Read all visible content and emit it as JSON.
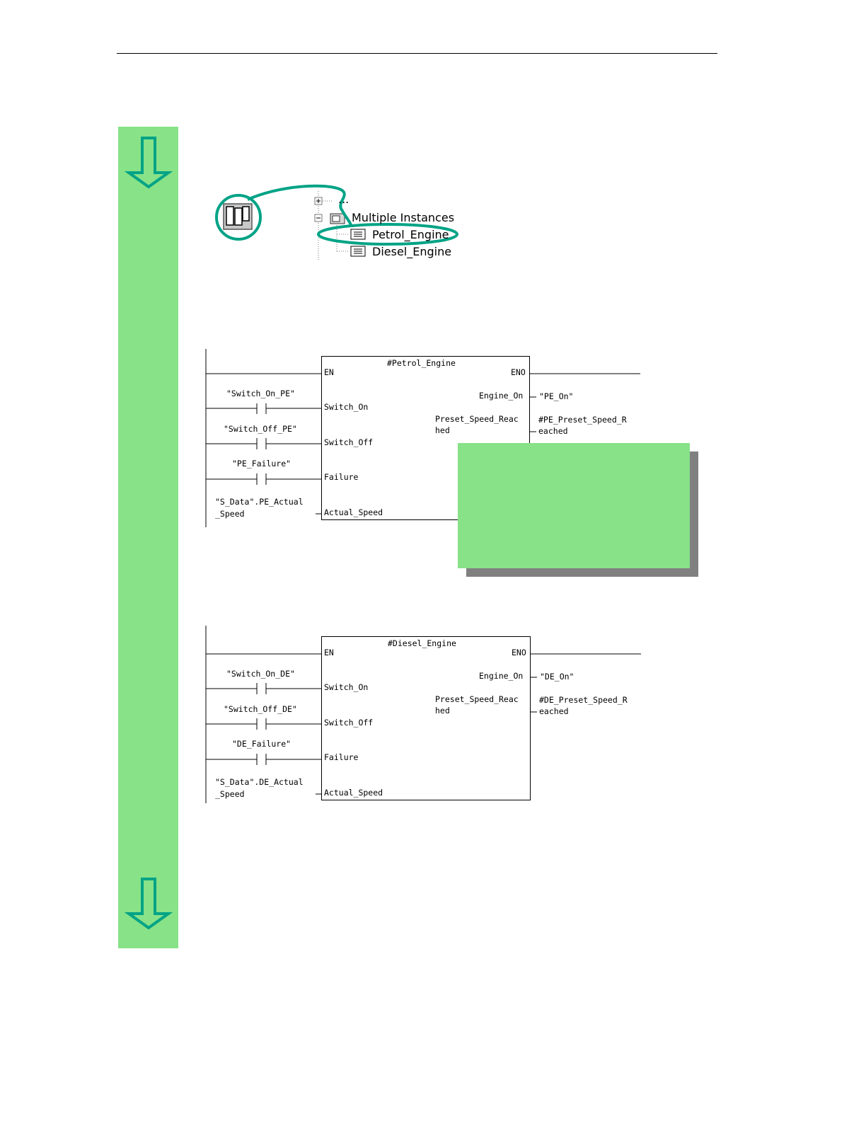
{
  "tree": {
    "collapsed_item": "...",
    "folder": "Multiple Instances",
    "items": [
      "Petrol_Engine",
      "Diesel_Engine"
    ]
  },
  "networks": [
    {
      "block_title": "#Petrol_Engine",
      "en": "EN",
      "eno": "ENO",
      "inputs": [
        {
          "contact": "\"Switch_On_PE\"",
          "pin": "Switch_On"
        },
        {
          "contact": "\"Switch_Off_PE\"",
          "pin": "Switch_Off"
        },
        {
          "contact": "\"PE_Failure\"",
          "pin": "Failure"
        }
      ],
      "analog_operand_line1": "\"S_Data\".PE_Actual",
      "analog_operand_line2": "_Speed",
      "analog_pin": "Actual_Speed",
      "out1_pin": "Engine_On",
      "out1_operand": "\"PE_On\"",
      "out2_pin_line1": "Preset_Speed_Reac",
      "out2_pin_line2": "hed",
      "out2_operand_line1": "#PE_Preset_Speed_R",
      "out2_operand_line2": "eached"
    },
    {
      "block_title": "#Diesel_Engine",
      "en": "EN",
      "eno": "ENO",
      "inputs": [
        {
          "contact": "\"Switch_On_DE\"",
          "pin": "Switch_On"
        },
        {
          "contact": "\"Switch_Off_DE\"",
          "pin": "Switch_Off"
        },
        {
          "contact": "\"DE_Failure\"",
          "pin": "Failure"
        }
      ],
      "analog_operand_line1": "\"S_Data\".DE_Actual",
      "analog_operand_line2": "_Speed",
      "analog_pin": "Actual_Speed",
      "out1_pin": "Engine_On",
      "out1_operand": "\"DE_On\"",
      "out2_pin_line1": "Preset_Speed_Reac",
      "out2_pin_line2": "hed",
      "out2_operand_line1": "#DE_Preset_Speed_R",
      "out2_operand_line2": "eached"
    }
  ],
  "colors": {
    "sidebar_green": "#88e288",
    "callout_green": "#88e288",
    "arrow_teal": "#00a386",
    "shadow_gray": "#808080"
  }
}
